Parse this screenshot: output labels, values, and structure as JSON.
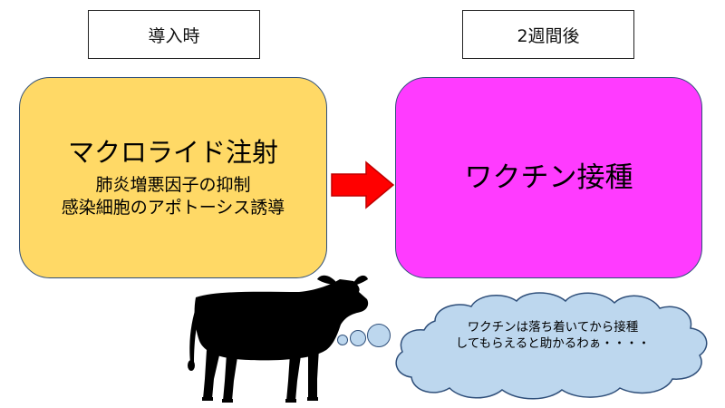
{
  "labels": {
    "before": "導入時",
    "after": "2週間後"
  },
  "box_before": {
    "title": "マクロライド注射",
    "lines": [
      "肺炎増悪因子の抑制",
      "感染細胞のアポトーシス誘導"
    ],
    "color": "#ffd966"
  },
  "box_after": {
    "title": "ワクチン接種",
    "color": "#ff3bff"
  },
  "arrow": {
    "color": "#ff0000"
  },
  "thought": {
    "lines": [
      "ワクチンは落ち着いてから接種",
      "してもらえると助かるわぁ・・・・"
    ],
    "color": "#bdd7ee"
  },
  "icons": {
    "animal": "cow-silhouette-icon"
  }
}
